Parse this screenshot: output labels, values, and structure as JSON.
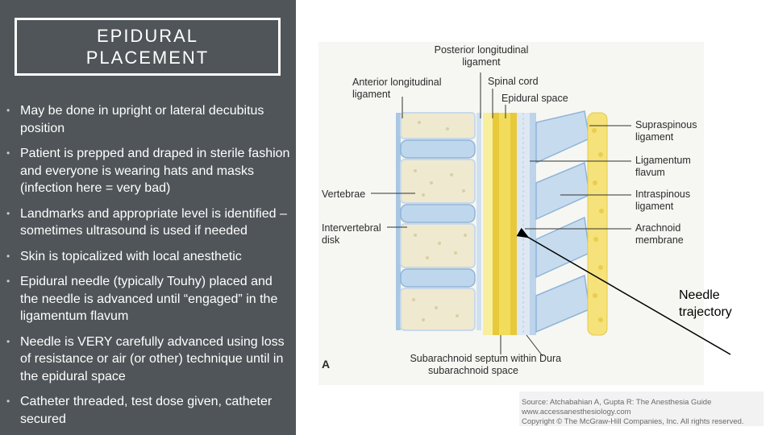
{
  "slide": {
    "title_line1": "EPIDURAL",
    "title_line2": "PLACEMENT",
    "bullets": [
      "May be done in upright or lateral decubitus position",
      "Patient is prepped and draped in sterile fashion and everyone is wearing hats and masks (infection here  = very bad)",
      "Landmarks and appropriate level is identified – sometimes ultrasound is used if needed",
      "Skin is topicalized with local anesthetic",
      "Epidural needle (typically Touhy) placed and the needle is advanced until “engaged” in the ligamentum flavum",
      "Needle is VERY carefully advanced using loss of resistance or air (or other) technique until in the epidural space",
      "Catheter threaded, test dose given, catheter secured"
    ],
    "bullet_glyph": "•"
  },
  "figure": {
    "labels": {
      "posterior_longitudinal": "Posterior longitudinal ligament",
      "anterior_longitudinal": "Anterior longitudinal ligament",
      "spinal_cord": "Spinal cord",
      "epidural_space": "Epidural space",
      "supraspinous": "Supraspinous ligament",
      "ligamentum_flavum": "Ligamentum flavum",
      "vertebrae": "Vertebrae",
      "interspinous": "Intraspinous ligament",
      "intervertebral_disk": "Intervertebral disk",
      "arachnoid": "Arachnoid membrane",
      "subarachnoid_septum": "Subarachnoid septum within subarachnoid space",
      "dura": "Dura",
      "panel_letter": "A"
    },
    "colors": {
      "vertebra_fill": "#efe9cf",
      "disk_fill": "#bfd7ec",
      "dura_yellow": "#f1dc5c",
      "ligament_yellow": "#f5e27a",
      "spinous_blue": "#c7dbee",
      "arachnoid_blue": "#dde8f3"
    }
  },
  "source": {
    "line1": "Source: Atchabahian A, Gupta R: The Anesthesia Guide",
    "line2": "www.accessanesthesiology.com",
    "line3": "Copyright © The McGraw-Hill Companies, Inc. All rights reserved."
  },
  "annotation": {
    "needle_line1": "Needle",
    "needle_line2": "trajectory"
  }
}
